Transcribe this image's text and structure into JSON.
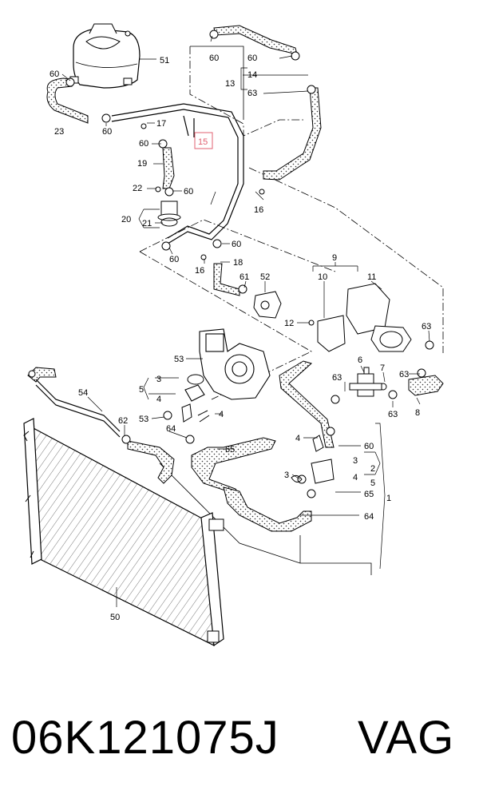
{
  "diagram": {
    "highlight_color": "#e06070",
    "callouts": {
      "c60a": "60",
      "c51": "51",
      "c60b": "60",
      "c23": "23",
      "c60c": "60",
      "c17": "17",
      "c60d": "60",
      "c15": "15",
      "c19": "19",
      "c22": "22",
      "c60e": "60",
      "c20": "20",
      "c21": "21",
      "c16a": "16",
      "c60f": "60",
      "c60g": "60",
      "c16b": "16",
      "c18": "18",
      "c60h": "60",
      "c14": "14",
      "c63a": "63",
      "c13": "13",
      "c9": "9",
      "c10": "10",
      "c11": "11",
      "c61": "61",
      "c52": "52",
      "c12": "12",
      "c63b": "63",
      "c53a": "53",
      "c3a": "3",
      "c6": "6",
      "c7": "7",
      "c63c": "63",
      "c63d": "63",
      "c5a": "5",
      "c4a": "4",
      "c4b": "4",
      "c63e": "63",
      "c8": "8",
      "c54": "54",
      "c62": "62",
      "c53b": "53",
      "c64a": "64",
      "c65a": "65",
      "c4c": "4",
      "c60i": "60",
      "c3b": "3",
      "c2": "2",
      "c3c": "3",
      "c4d": "4",
      "c5b": "5",
      "c65b": "65",
      "c1": "1",
      "c64b": "64",
      "c50": "50"
    }
  },
  "footer": {
    "part_number": "06K121075J",
    "brand": "VAG"
  }
}
